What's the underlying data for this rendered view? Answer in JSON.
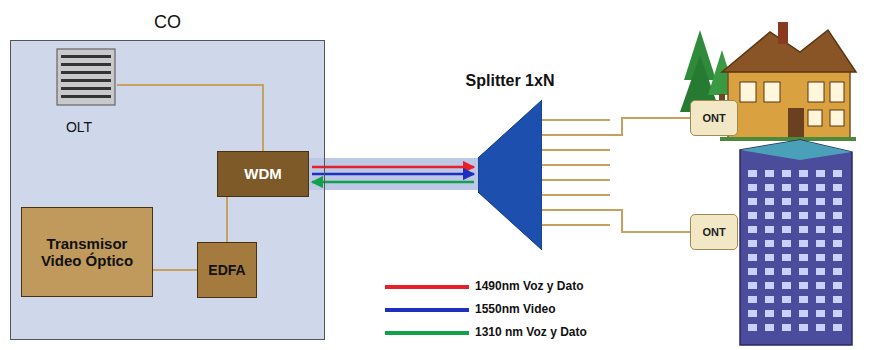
{
  "diagram": {
    "nodes": [
      {
        "text": [
          "CO"
        ]
      },
      {
        "text": [
          "OLT"
        ],
        "in": 0
      },
      {
        "text": [
          "WDM"
        ],
        "in": 0
      },
      {
        "text": [
          "Transmisor Video Óptico"
        ],
        "in": 0
      },
      {
        "text": [
          "EDFA"
        ],
        "in": 0
      },
      {
        "text": [
          "Splitter 1xN"
        ]
      },
      {
        "text": [
          "ONT"
        ]
      },
      {
        "text": [
          "ONT"
        ]
      }
    ],
    "edges": [
      {
        "from": 1,
        "to": 2,
        "arrow": "none"
      },
      {
        "from": 3,
        "to": 4,
        "arrow": "none"
      },
      {
        "from": 4,
        "to": 2,
        "arrow": "none"
      },
      {
        "from": 2,
        "to": 5,
        "arrow": "none"
      },
      {
        "from": 5,
        "to": 6,
        "arrow": "none"
      },
      {
        "from": 5,
        "to": 7,
        "arrow": "none"
      }
    ],
    "legend": [
      {
        "text": "1490nm Voz y Dato",
        "color": "#e8202a"
      },
      {
        "text": "1550nm Video",
        "color": "#1f2fbf"
      },
      {
        "text": "1310 nm Voz y Dato",
        "color": "#12a04a"
      }
    ]
  }
}
